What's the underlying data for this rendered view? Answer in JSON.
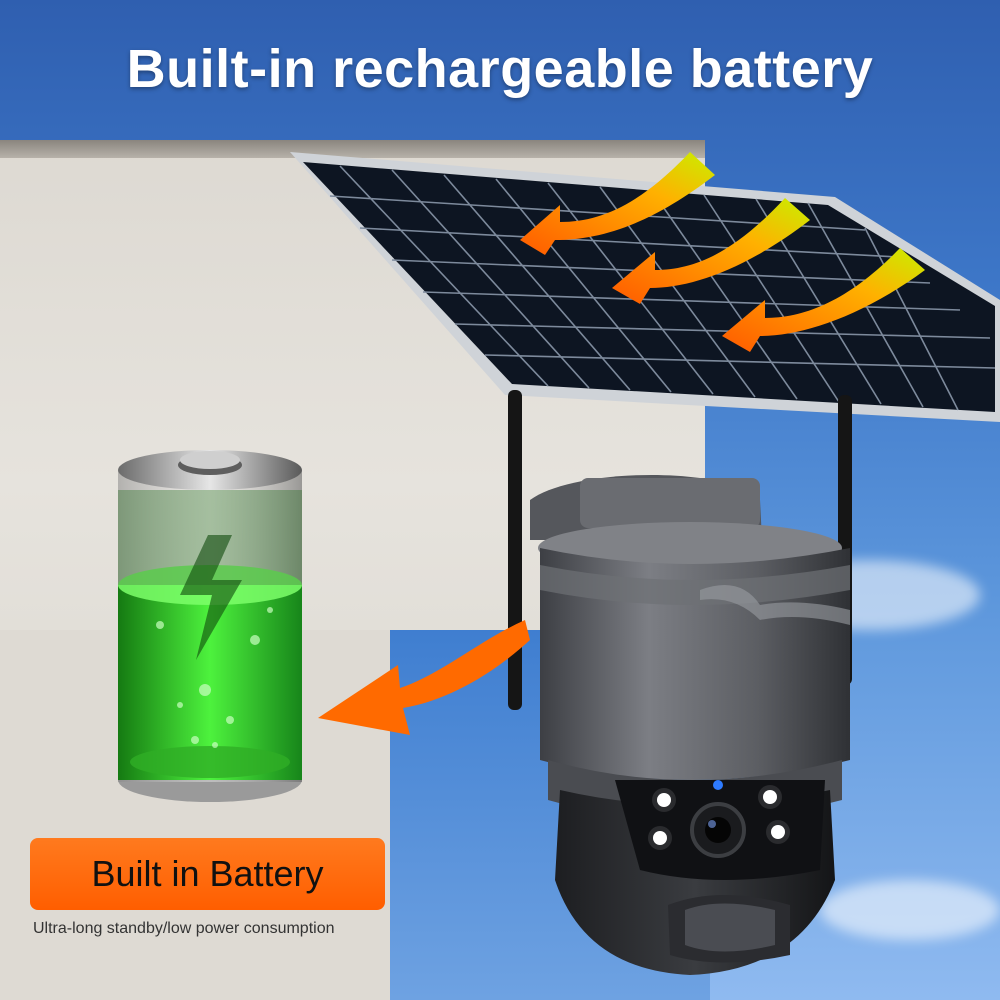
{
  "headline": "Built-in rechargeable battery",
  "badge": {
    "label": "Built in Battery"
  },
  "caption": "Ultra-long standby/low power consumption",
  "colors": {
    "accent_orange": "#ff6a00",
    "battery_green": "#34d12e",
    "camera_gray": "#55575c",
    "panel_black": "#0d1522"
  },
  "icons": [
    "battery-icon",
    "lightning-bolt-icon",
    "arrow-icon",
    "solar-panel",
    "security-camera"
  ]
}
